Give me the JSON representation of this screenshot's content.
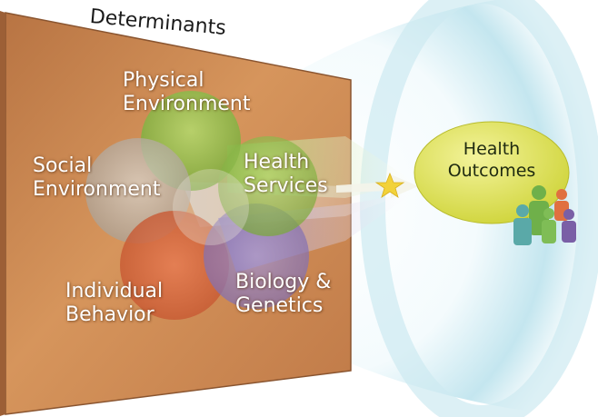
{
  "panel_title": "Determinants",
  "circles": [
    {
      "line1": "Physical",
      "line2": "Environment",
      "color": "#8dbb3c"
    },
    {
      "line1": "Social",
      "line2": "Environment",
      "color": "#b8b0a4"
    },
    {
      "line1": "Health",
      "line2": "Services",
      "color": "#96c04a"
    },
    {
      "line1": "Individual",
      "line2": "Behavior",
      "color": "#d9623a"
    },
    {
      "line1": "Biology &",
      "line2": "Genetics",
      "color": "#8d7ab8"
    }
  ],
  "outcome": {
    "line1": "Health",
    "line2": "Outcomes",
    "color": "#d8dc3c"
  },
  "colors": {
    "panel": "#c9864e",
    "panel_dark": "#a4643a",
    "cone": "#bfe3ee",
    "person_teal": "#5aa9a8",
    "person_green": "#6fb04a",
    "person_purple": "#7a5fa6",
    "person_orange": "#e07040",
    "star": "#f2d23a"
  },
  "icons": [
    "star-icon",
    "people-group-icon"
  ]
}
